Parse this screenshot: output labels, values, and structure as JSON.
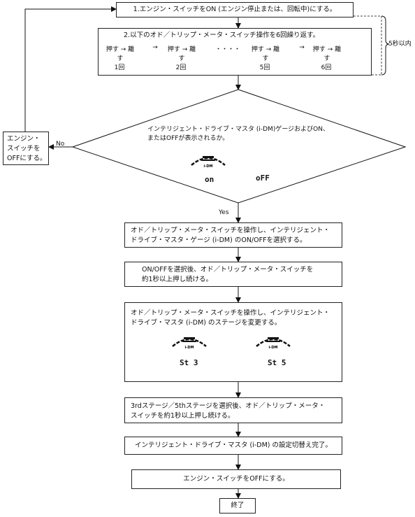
{
  "step1": "1.エンジン・スイッチをON (エンジン停止または、回転中)にする。",
  "step2": {
    "title": "2.以下のオド／トリップ・メータ・スイッチ操作を6回繰り返す。",
    "push": "押す",
    "release": "離す",
    "arrow": "→",
    "ellipsis": "・・・・",
    "counts": [
      "1回",
      "2回",
      "5回",
      "6回"
    ]
  },
  "time_note": "5秒以内",
  "decision": {
    "line1": "インテリジェント・ドライブ・マスタ (i-DM)ゲージおよびON、",
    "line2": "またはOFFが表示されるか。",
    "on_label": "on",
    "off_label": "oFF",
    "gauge_text": "i-DM"
  },
  "no_label": "No",
  "yes_label": "Yes",
  "side_box": [
    "エンジン・",
    "スイッチを",
    "OFFにする。"
  ],
  "step3": [
    "オド／トリップ・メータ・スイッチを操作し、インテリジェント・",
    "ドライブ・マスタ・ゲージ (i-DM) のON/OFFを選択する。"
  ],
  "step4": [
    "ON/OFFを選択後、オド／トリップ・メータ・スイッチを",
    "約1秒以上押し続ける。"
  ],
  "step5": {
    "line1": "オド／トリップ・メータ・スイッチを操作し、インテリジェント・",
    "line2": "ドライブ・マスタ (i-DM) のステージを変更する。",
    "stage3": "St 3",
    "stage5": "St 5",
    "gauge_text": "i-DM"
  },
  "step6": [
    "3rdステージ／5thステージを選択後、オド／トリップ・メータ・",
    "スイッチを約1秒以上押し続ける。"
  ],
  "step7": "インテリジェント・ドライブ・マスタ (i-DM) の設定切替え完了。",
  "step8": "エンジン・スイッチをOFFにする。",
  "end": "終了"
}
